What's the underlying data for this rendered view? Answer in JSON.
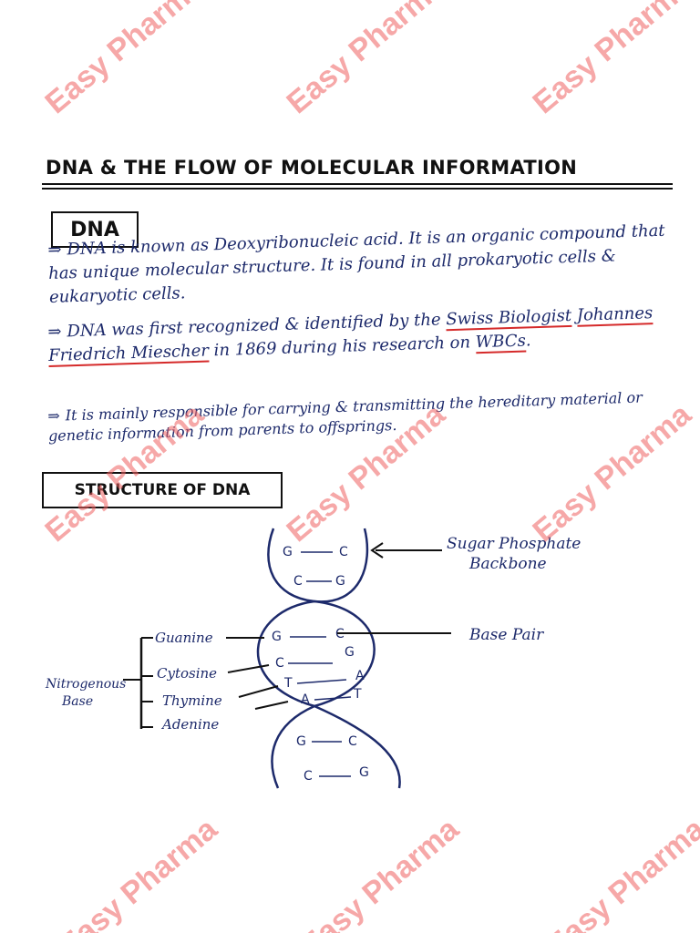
{
  "title": "DNA & THE FLOW OF MOLECULAR INFORMATION",
  "dna_heading": "DNA",
  "paragraphs": {
    "p1": "DNA is known as Deoxyribonucleic acid. It is an organic compound that has unique molecular structure. It is found in all prokaryotic cells & eukaryotic cells.",
    "p2_a": "DNA was first recognized & identified by the ",
    "p2_highlight1": "Swiss Biologist",
    "p2_b": " ",
    "p2_highlight2": "Johannes Friedrich Miescher",
    "p2_c": " in 1869 during his research on ",
    "p2_highlight3": "WBCs",
    "p2_d": ".",
    "p3": "It is mainly responsible for carrying & transmitting the hereditary material or genetic information from parents to offsprings."
  },
  "structure_heading": "STRUCTURE OF DNA",
  "diagram": {
    "sugar_label_line1": "Sugar Phosphate",
    "sugar_label_line2": "Backbone",
    "base_pair_label": "Base Pair",
    "nitro_label_line1": "Nitrogenous",
    "nitro_label_line2": "Base",
    "bases": [
      "Guanine",
      "Cytosine",
      "Thymine",
      "Adenine"
    ],
    "pairs": {
      "g1": "G",
      "c1": "C",
      "c2": "C",
      "g2": "G",
      "g3": "G",
      "c3": "C",
      "c4": "C",
      "g4": "G",
      "t1": "T",
      "a1": "A",
      "a2": "A",
      "t2": "T",
      "g5": "G",
      "c5": "C",
      "c6": "C",
      "g6": "G"
    }
  },
  "watermark": "Easy Pharma"
}
